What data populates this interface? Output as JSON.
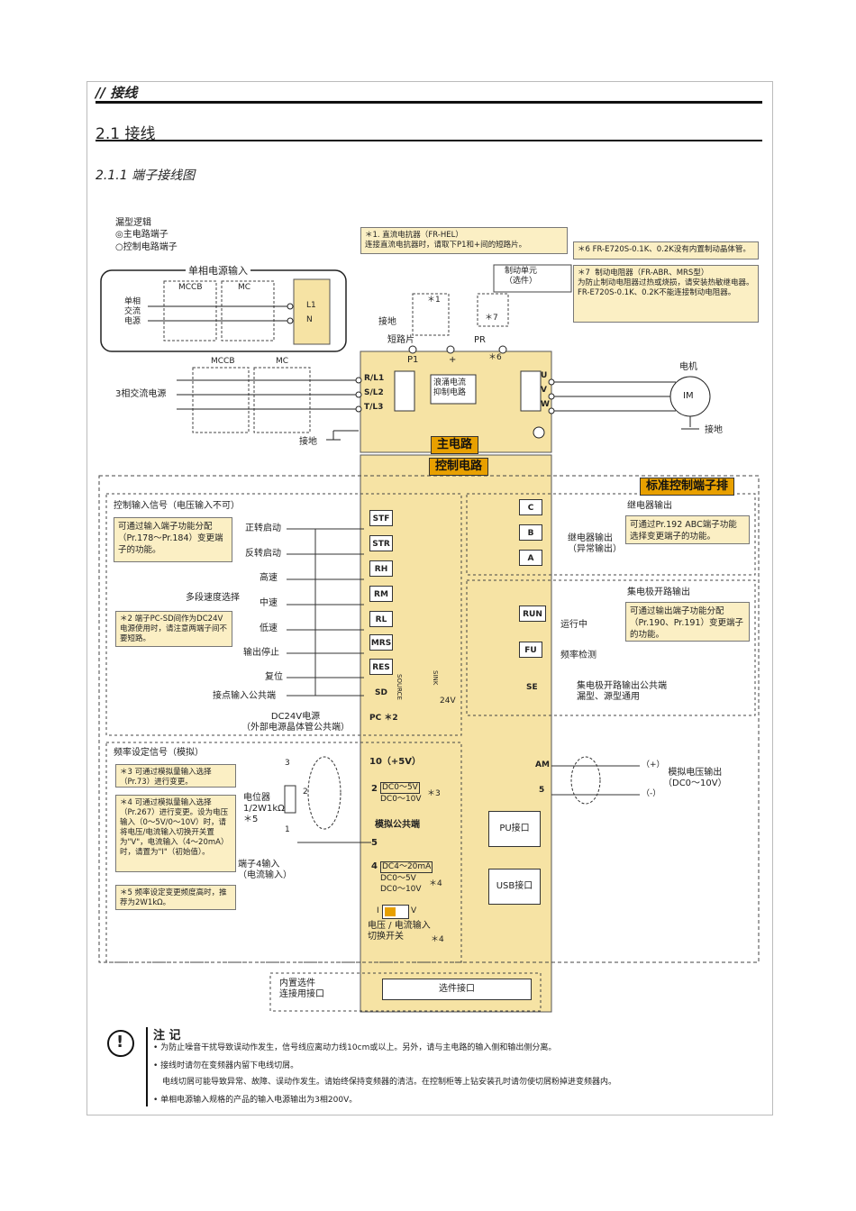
{
  "header": {
    "chapter_tab": "接线",
    "section_title": "2.1  接线",
    "subsection_title": "2.1.1   端子接线图"
  },
  "legend": {
    "title": "漏型逻辑",
    "main_terminal": "◎主电路端子",
    "control_terminal": "○控制电路端子"
  },
  "single_phase": {
    "title": "单相电源输入",
    "mccb": "MCCB",
    "mc": "MC",
    "source": "单相\n交流\n电源",
    "l1": "L1",
    "n": "N"
  },
  "three_phase": {
    "mccb": "MCCB",
    "mc": "MC",
    "source": "3相交流电源",
    "ground": "接地"
  },
  "notes": {
    "n1": "＊1. 直流电抗器（FR-HEL）\n连接直流电抗器时，请取下P1和+间的短路片。",
    "n6": "＊6  FR-E720S-0.1K、0.2K没有内置制动晶体管。",
    "n7": "＊7  制动电阻器（FR-ABR、MRS型）\n为防止制动电阻器过热或烧损，请安装热敏继电器。\nFR-E720S-0.1K、0.2K不能连接制动电阻器。",
    "n2": "＊2  端子PC-SD间作为DC24V电源使用时，请注意两端子间不要短路。",
    "n3": "＊3  可通过模拟量输入选择（Pr.73）进行变更。",
    "n4": "＊4  可通过模拟量输入选择（Pr.267）进行变更。设为电压输入（0～5V/0～10V）时，请将电压/电流输入切换开关置为\"V\"，电流输入（4～20mA）时，请置为\"I\"（初始值）。",
    "n5": "＊5  频率设定变更频度高时，推荐为2W1kΩ。",
    "input_func": "可通过输入端子功能分配（Pr.178～Pr.184）变更端子的功能。",
    "relay_func": "可通过Pr.192 ABC端子功能选择变更端子的功能。",
    "oc_func": "可通过输出端子功能分配（Pr.190、Pr.191）变更端子的功能。"
  },
  "main_circuit": {
    "label": "主电路",
    "brake_unit": "制动单元\n（选件）",
    "ground": "接地",
    "short_bar": "短路片",
    "p1": "P1",
    "plus": "+",
    "pr": "PR",
    "n_star1": "＊1",
    "n_star7": "＊7",
    "n_star6": "＊6",
    "surge": "浪涌电流\n抑制电路",
    "r": "R/L1",
    "s": "S/L2",
    "t": "T/L3",
    "u": "U",
    "v": "V",
    "w": "W",
    "motor": "电机",
    "im": "IM",
    "motor_ground": "接地"
  },
  "control_circuit": {
    "label": "控制电路",
    "std_block": "标准控制端子排",
    "input_title": "控制输入信号（电压输入不可）",
    "fwd": "正转启动",
    "rev": "反转启动",
    "high": "高速",
    "mid": "中速",
    "low": "低速",
    "multi_speed": "多段速度选择",
    "stop": "输出停止",
    "reset": "复位",
    "common": "接点输入公共端",
    "dc24": "DC24V电源\n（外部电源晶体管公共端）",
    "terms": [
      "STF",
      "STR",
      "RH",
      "RM",
      "RL",
      "MRS",
      "RES",
      "SD",
      "PC ＊2"
    ],
    "source_label": "SOURCE",
    "sink_label": "SINK",
    "v24": "24V",
    "relay_title": "继电器输出",
    "relay_out": "继电器输出\n（异常输出）",
    "relay_terms": [
      "C",
      "B",
      "A"
    ],
    "oc_title": "集电极开路输出",
    "running": "运行中",
    "freq_detect": "频率检测",
    "oc_terms": [
      "RUN",
      "FU",
      "SE"
    ],
    "oc_common": "集电极开路输出公共端\n漏型、源型通用",
    "freq_title": "频率设定信号（模拟）",
    "pot": "电位器\n1/2W1kΩ\n＊5",
    "t10": "10（+5V）",
    "t2": "2",
    "t2_range1": "DC0～5V",
    "t2_range2": "DC0～10V",
    "t2_star": "＊3",
    "analog_common": "模拟公共端",
    "t5": "5",
    "t4_label": "端子4输入\n（电流输入）",
    "t4": "4",
    "t4_range1": "DC4～20mA",
    "t4_range2": "DC0～5V",
    "t4_range3": "DC0～10V",
    "t4_star": "＊4",
    "switch": "电压 / 电流输入\n切换开关",
    "switch_star": "＊4",
    "sw_i": "I",
    "sw_v": "V",
    "am": "AM",
    "am5": "5",
    "plus": "（+）",
    "minus": "（-）",
    "analog_out": "模拟电压输出\n（DC0～10V）",
    "pu": "PU接口",
    "usb": "USB接口",
    "option_label": "内置选件\n连接用接口",
    "option": "选件接口",
    "p3": "3",
    "p2": "2",
    "p1": "1"
  },
  "caution": {
    "title": "注  记",
    "items": [
      "为防止噪音干扰导致误动作发生，信号线应离动力线10cm或以上。另外，请与主电路的输入侧和输出侧分离。",
      "接线时请勿在变频器内留下电线切屑。",
      "电线切屑可能导致异常、故障、误动作发生。请始终保持变频器的清洁。在控制柜等上钻安装孔时请勿使切屑粉掉进变频器内。",
      "单相电源输入规格的产品的输入电源输出为3相200V。"
    ]
  },
  "colors": {
    "panel": "#f6e3a4",
    "label": "#e8a000",
    "note": "#fbefc4"
  }
}
